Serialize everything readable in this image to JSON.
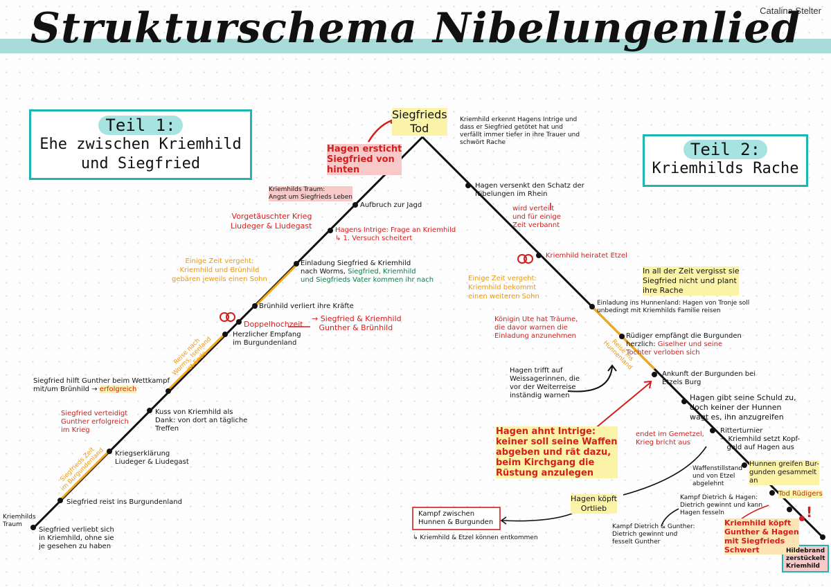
{
  "author": "Catalina Stelter",
  "title": "Strukturschema Nibelungenlied",
  "part1": {
    "label": "Teil 1:",
    "text1": "Ehe zwischen Kriemhild",
    "text2": "und Siegfried"
  },
  "part2": {
    "label": "Teil 2:",
    "text": "Kriemhilds Rache"
  },
  "apex": "Siegfrieds\nTod",
  "apex_note": "Kriemhild erkennt Hagens Intrige und\ndass er Siegfried getötet hat und\nverfällt immer tiefer in ihre Trauer und\nschwört Rache",
  "left_notes": {
    "hagen_kills": "Hagen ersticht\nSiegfried von\nhinten",
    "dream": "Kriemhilds Traum:\nAngst um Siegfrieds Leben",
    "aufbruch": "Aufbruch zur Jagd",
    "fake_war": "Vorgetäuschter Krieg\nLiudeger & Liudegast",
    "intrige": "Hagens Intrige: Frage an Kriemhild\n↳ 1. Versuch scheitert",
    "some_time": "Einige Zeit vergeht:\nKriemhild und Brünhild\ngebären jeweils einen Sohn",
    "einladung": "Einladung Siegfried & Kriemhild\nnach Worms, ",
    "einladung_green": "Siegfried, Kriemhild\nund Siegfrieds Vater kommen ihr nach",
    "brunhild": "Brünhild verliert ihre Kräfte",
    "doppelhochzeit": "Doppelhochzeit",
    "couples": "→ Siegfried & Kriemhild\n   Gunther & Brünhild",
    "empfang": "Herzlicher Empfang\nim Burgundenland",
    "reise": "Reise nach\nWorms, Isenland\nist Ende",
    "wettkampf": "Siegfried hilft Gunther beim Wettkampf\nmit/um Brünhild → ",
    "wettkampf_hl": "erfolgreich",
    "defends": "Siegfried verteidigt\nGunther erfolgreich\nim Krieg",
    "kuss": "Kuss von Kriemhild als\nDank: von dort an tägliche\nTreffen",
    "kriegserklaerung": "Kriegserklärung\nLiudeger & Liudegast",
    "zeit_vergeht": "Siegfrieds Zeit\nim Burgundenland",
    "reist_ins": "Siegfried reist ins Burgundenland",
    "traum_start": "Kriemhilds\nTraum",
    "verliebt": "Siegfried verliebt sich\nin Kriemhild, ohne sie\nje gesehen zu haben"
  },
  "right_notes": {
    "versenkt": "Hagen versenkt den Schatz der\nNibelungen im Rhein",
    "verteilt": "wird verteilt\nund für einige\nZeit verbannt",
    "heiratet": "Kriemhild heiratet Etzel",
    "vergisst": "In all der Zeit vergisst sie\nSiegfried nicht und plant\nihre Rache",
    "einige_zeit": "Einige Zeit vergeht:\nKriemhild bekommt\neinen weiteren Sohn",
    "einladung_hunnen": "Einladung ins Hunnenland: Hagen von Tronje soll\nunbedingt mit Kriemhilds Familie reisen",
    "koenigin": "Königin Ute hat Träume,\ndie davor warnen die\nEinladung anzunehmen",
    "ruediger": "Rüdiger empfängt die Burgunden\nherzlich: ",
    "ruediger_red": "Giselher und seine\nTochter verloben sich",
    "reise_hunnen": "Reise ins\nHunnenland",
    "hagen_trifft": "Hagen trifft auf\nWeissagerinnen, die\nvor der Weiterreise\ninständig warnen",
    "ankunft": "Ankunft der Burgunden bei\nEtzels Burg",
    "schuld": "Hagen gibt seine Schuld zu,\ndoch keiner der Hunnen\nwagt es, ihn anzugreifen",
    "ahnt": "Hagen ahnt Intrige:\nkeiner soll seine Waffen\nabgeben und rät dazu,\nbeim Kirchgang die\nRüstung anzulegen",
    "gemetzel": "endet im Gemetzel,\nKrieg bricht aus",
    "ritterturnier": "Ritterturnier\n→ Kriemhild setzt Kopf-\n   geld auf Hagen aus",
    "waffenstillstand": "Waffenstillstand\nund von Etzel\nabgelehnt",
    "hunnen_greifen": "Hunnen greifen Bur-\ngunden gesammelt\nan",
    "tod_ruedigers": "Tod Rüdigers",
    "kaempft": "Hagen köpft\nOrtlieb",
    "kampf_box": "Kampf zwischen\nHunnen & Burgunden",
    "entkommen": "↳ Kriemhild & Etzel können entkommen",
    "dietrich_hagen": "Kampf Dietrich & Hagen:\nDietrich gewinnt und kann\nHagen fesseln",
    "dietrich_gunther": "Kampf Dietrich & Gunther:\nDietrich gewinnt und\nfesselt Gunther",
    "koepft": "Kriemhild köpft\nGunther & Hagen\nmit Siegfrieds\nSchwert",
    "hildebrand": "Hildebrand\nzerstückelt\nKriemhild",
    "exclaim": "!"
  },
  "colors": {
    "teal": "#1fb5b0",
    "red": "#d31e1e",
    "orange": "#e99a12",
    "green": "#0f7a4a",
    "yellow_hl": "#fbf4a8"
  }
}
